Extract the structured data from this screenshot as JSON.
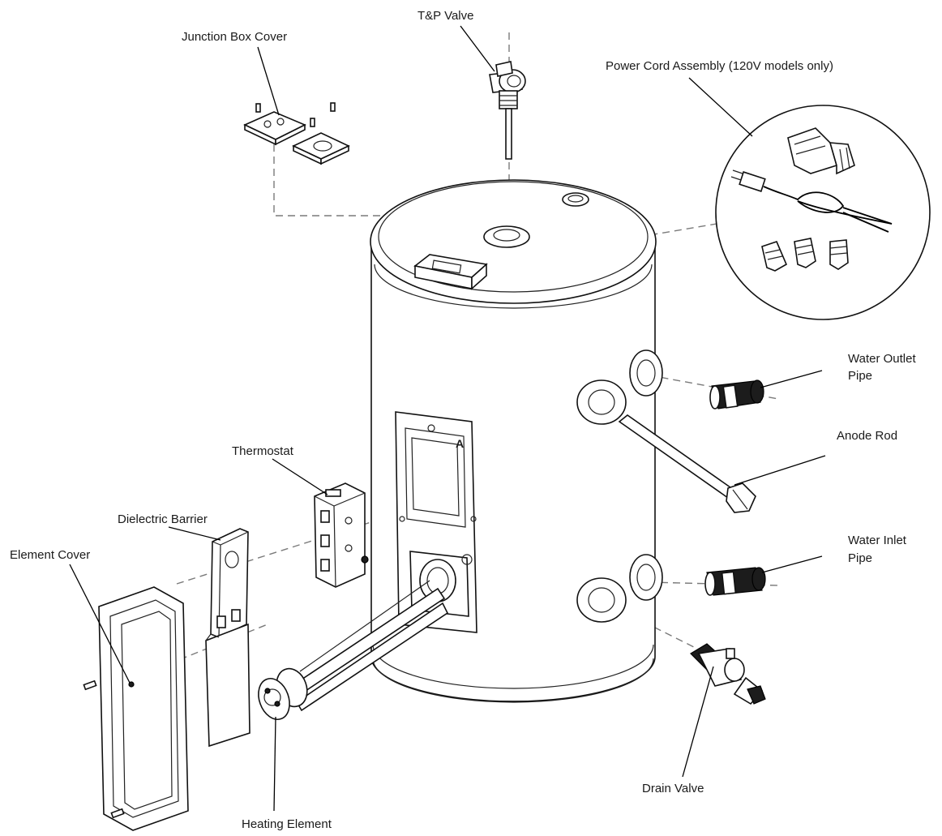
{
  "labels": {
    "tp_valve": "T&P Valve",
    "junction_box_cover": "Junction Box Cover",
    "power_cord_line1": "Power Cord Assembly (120V models only)",
    "water_outlet_line1": "Water Outlet",
    "water_outlet_line2": "Pipe",
    "anode_rod": "Anode Rod",
    "thermostat": "Thermostat",
    "dielectric_barrier": "Dielectric Barrier",
    "element_cover": "Element Cover",
    "water_inlet_line1": "Water Inlet",
    "water_inlet_line2": "Pipe",
    "drain_valve": "Drain Valve",
    "heating_element": "Heating Element",
    "panel_letter": "A"
  },
  "icons": [
    "tank",
    "tp-valve",
    "junction-box-cover",
    "power-cord",
    "wire-nuts",
    "water-outlet-pipe",
    "anode-rod",
    "thermostat",
    "dielectric-barrier",
    "element-cover",
    "water-inlet-pipe",
    "drain-valve",
    "heating-element"
  ]
}
